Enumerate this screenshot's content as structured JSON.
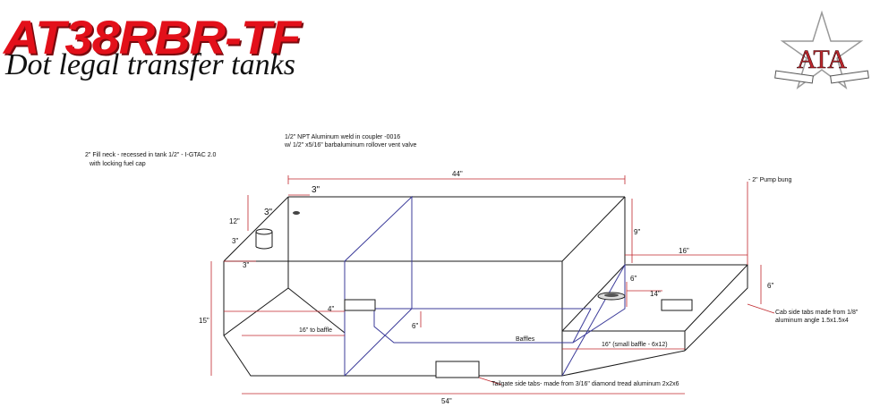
{
  "header": {
    "title": "AT38RBR-TF",
    "subtitle": "Dot legal transfer tanks"
  },
  "logo": {
    "letters": "ATA",
    "left_banner": "",
    "right_banner": ""
  },
  "callouts": {
    "coupler_line1": "1/2\" NPT  Aluminum weld in coupler -0016",
    "coupler_line2": "w/ 1/2\" x5/16\" barbaluminum rollover vent valve",
    "fill_neck_line1": "2\" Fill neck - recessed in tank 1/2\" - I-GTAC 2.0",
    "fill_neck_line2": "with locking fuel cap",
    "pump_bung": "- 2\" Pump bung",
    "cab_tabs_line1": "Cab side tabs made from 1/8\"",
    "cab_tabs_line2": "aluminum angle 1.5x1.5x4",
    "tailgate_tabs": "Tailgate side tabs- made from 3/16\" diamond tread aluminum 2x2x6",
    "baffles": "Baffles",
    "baffle_16": "16\" to baffle",
    "small_baffle": "16\"  (small baffle - 6x12)"
  },
  "dimensions": {
    "d44": "44\"",
    "d3_top": "3\"",
    "d3_left": "3\"",
    "d12": "12\"",
    "d3_side": "3\"",
    "d3_bottom": "3\"",
    "d9": "9\"",
    "d16_right": "16\"",
    "d6_right": "6\"",
    "d6_inner": "6\"",
    "d14": "14\"",
    "d4": "4\"",
    "d6_center": "6\"",
    "d15": "15\"",
    "d54": "54\""
  },
  "colors": {
    "title_red": "#e3101a",
    "outline": "#1a1a1a",
    "dimension_red": "#c0272d",
    "baffle_blue": "#3b3b9a"
  }
}
